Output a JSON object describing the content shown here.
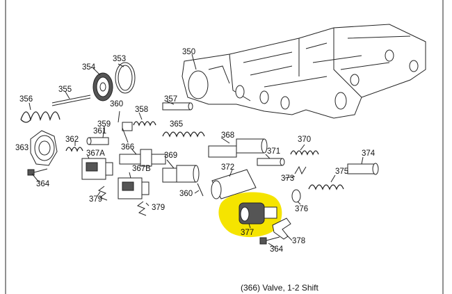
{
  "caption": "(366) Valve, 1-2 Shift",
  "highlight_color": "#f5e400",
  "labels": {
    "p350": "350",
    "p353": "353",
    "p354": "354",
    "p355": "355",
    "p356": "356",
    "p357": "357",
    "p358": "358",
    "p359": "359",
    "p360a": "360",
    "p360b": "360",
    "p361": "361",
    "p362": "362",
    "p363": "363",
    "p364a": "364",
    "p364b": "364",
    "p365": "365",
    "p366": "366",
    "p367a": "367A",
    "p367b": "367B",
    "p368": "368",
    "p369": "369",
    "p370": "370",
    "p371": "371",
    "p372": "372",
    "p373": "373",
    "p374": "374",
    "p375": "375",
    "p376": "376",
    "p377": "377",
    "p378": "378",
    "p379a": "379",
    "p379b": "379"
  }
}
